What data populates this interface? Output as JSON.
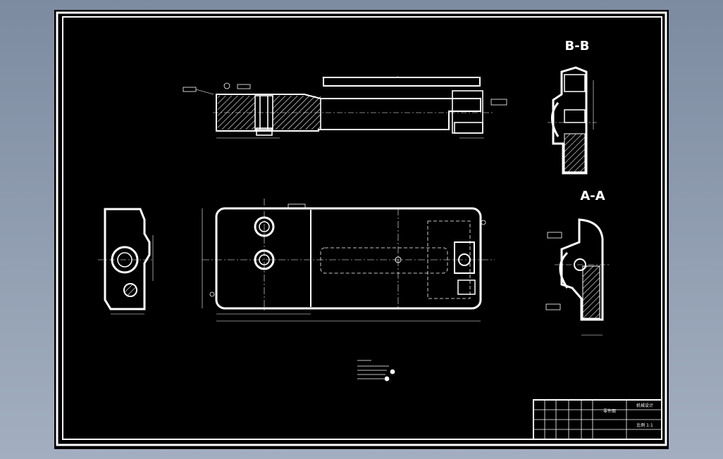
{
  "drawing": {
    "section_b_label": "B-B",
    "section_a_label": "A-A",
    "title_block": {
      "drawing_name": "零件图",
      "company": "机械设计",
      "sheet_info": "比例 1:1"
    }
  },
  "colors": {
    "background": "#000000",
    "lines": "#ffffff",
    "hatch": "#ffffff",
    "backdrop": "#8a98ad"
  }
}
